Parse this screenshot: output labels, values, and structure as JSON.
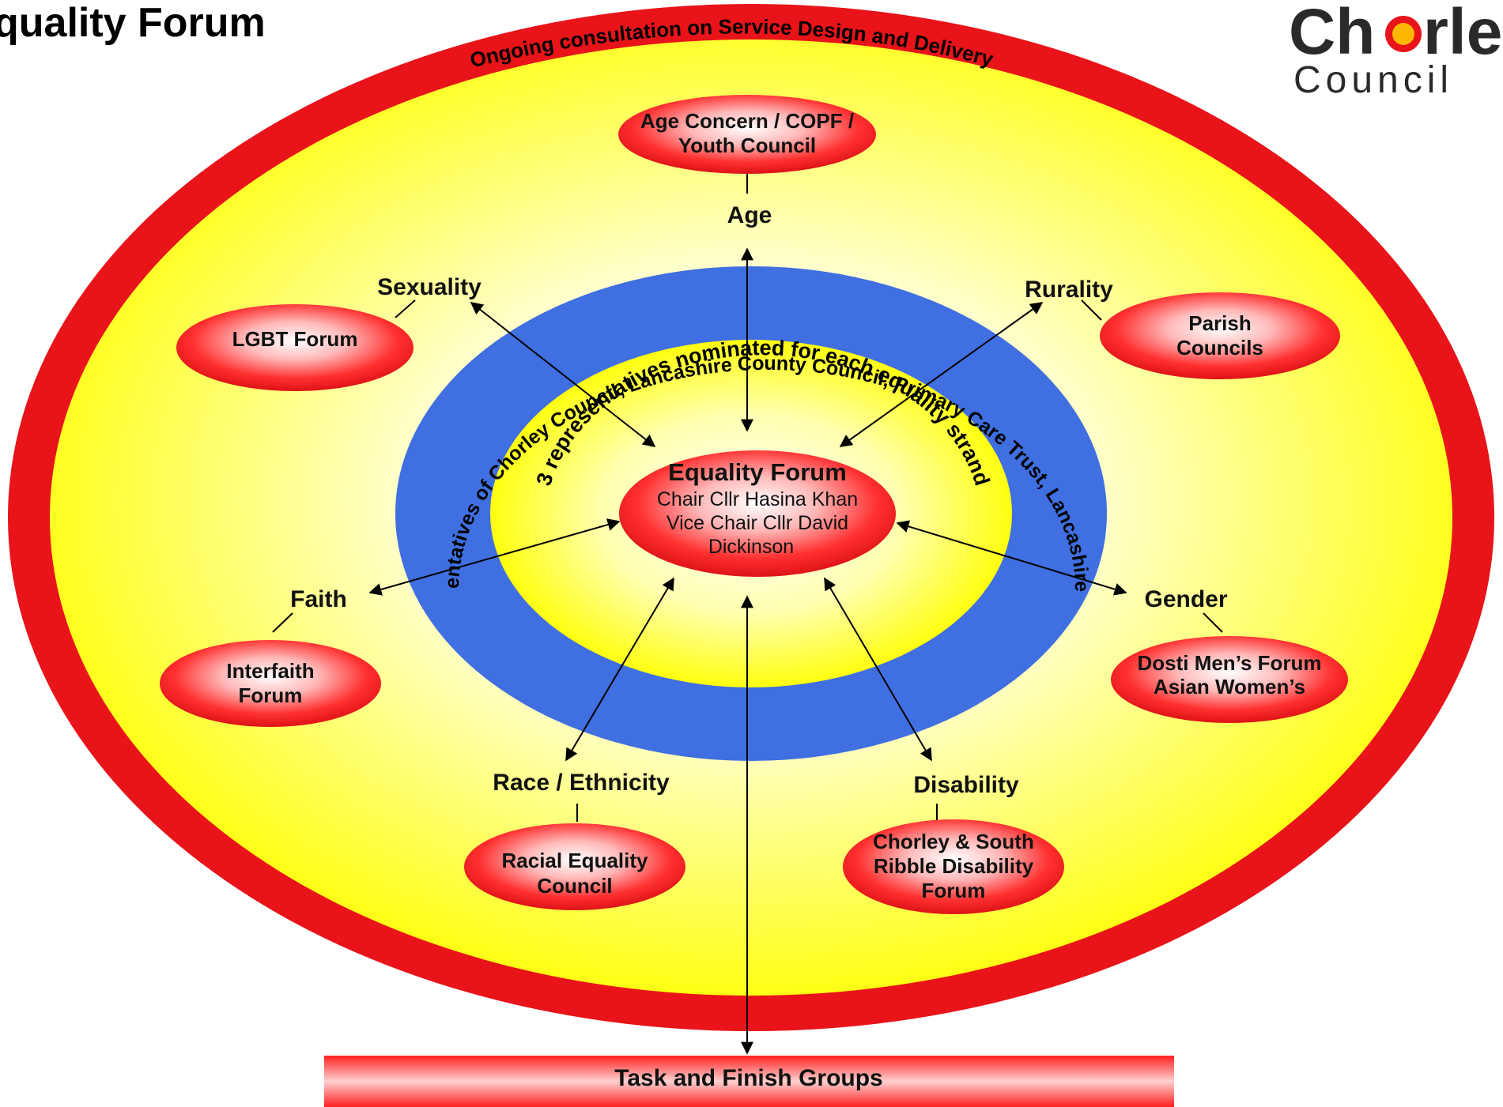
{
  "page": {
    "title": "quality Forum"
  },
  "logo": {
    "top_text_left": "Ch",
    "top_text_right": "rley",
    "bottom_text": "Council"
  },
  "rings": {
    "outer_ring_text": "Ongoing consultation on Service Design and Delivery",
    "blue_ring_text": "Representatives of Chorley Council, Lancashire County Council, Primary Care Trust, Lancashire Police",
    "inner_ring_text": "3 representatives nominated for each equality strand"
  },
  "center": {
    "title": "Equality Forum",
    "line1": "Chair Cllr Hasina Khan",
    "line2": "Vice Chair Cllr David",
    "line3": "Dickinson"
  },
  "strands": {
    "age": "Age",
    "sexuality": "Sexuality",
    "rurality": "Rurality",
    "faith": "Faith",
    "gender": "Gender",
    "race": "Race / Ethnicity",
    "disability": "Disability"
  },
  "groups": {
    "age": [
      "Age Concern / COPF /",
      "Youth Council"
    ],
    "sexuality": [
      "LGBT Forum"
    ],
    "rurality": [
      "Parish",
      "Councils"
    ],
    "faith": [
      "Interfaith",
      "Forum"
    ],
    "gender": [
      "Dosti Men’s Forum",
      "Asian Women’s"
    ],
    "race": [
      "Racial Equality",
      "Council"
    ],
    "disability": [
      "Chorley & South",
      "Ribble Disability",
      "Forum"
    ]
  },
  "bottom_bar": {
    "label": "Task and Finish Groups"
  },
  "colors": {
    "outer_red": "#e8141a",
    "yellow": "#ffff00",
    "blue": "#3f6fe0",
    "bubble_red": "#e8141a"
  }
}
